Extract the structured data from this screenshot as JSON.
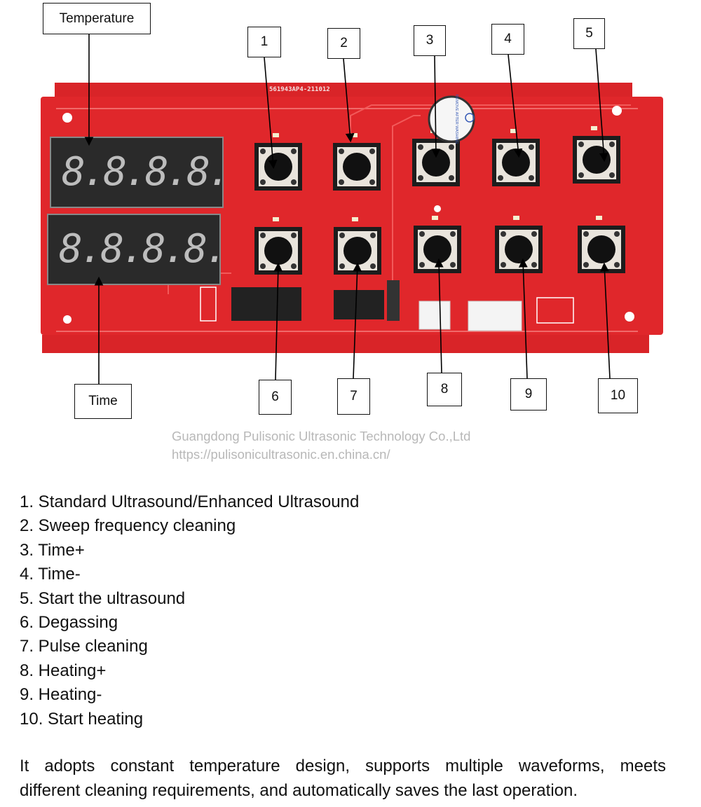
{
  "labels": {
    "temperature": "Temperature",
    "time": "Time"
  },
  "callouts": [
    "1",
    "2",
    "3",
    "4",
    "5",
    "6",
    "7",
    "8",
    "9",
    "10"
  ],
  "board": {
    "code": "561943AP4-211012",
    "buzzer_text": "REMOVE AFTER WASHING",
    "digits": "8.8.8.8."
  },
  "watermark": {
    "line1": "Guangdong Pulisonic Ultrasonic Technology Co.,Ltd",
    "line2": "https://pulisonicultrasonic.en.china.cn/"
  },
  "functions": [
    "1. Standard Ultrasound/Enhanced Ultrasound",
    "2. Sweep frequency cleaning",
    "3. Time+",
    "4. Time-",
    "5. Start the ultrasound",
    "6. Degassing",
    "7. Pulse cleaning",
    "8. Heating+",
    "9. Heating-",
    "10. Start heating"
  ],
  "description": {
    "line1": "It adopts constant temperature design, supports multiple waveforms, meets",
    "line2": "different cleaning requirements, and automatically saves the last operation."
  },
  "colors": {
    "pcb": "#e0272b",
    "pcb_dark": "#c81e22",
    "display": "#2a2a2a",
    "segment": "#bdbdbd"
  }
}
